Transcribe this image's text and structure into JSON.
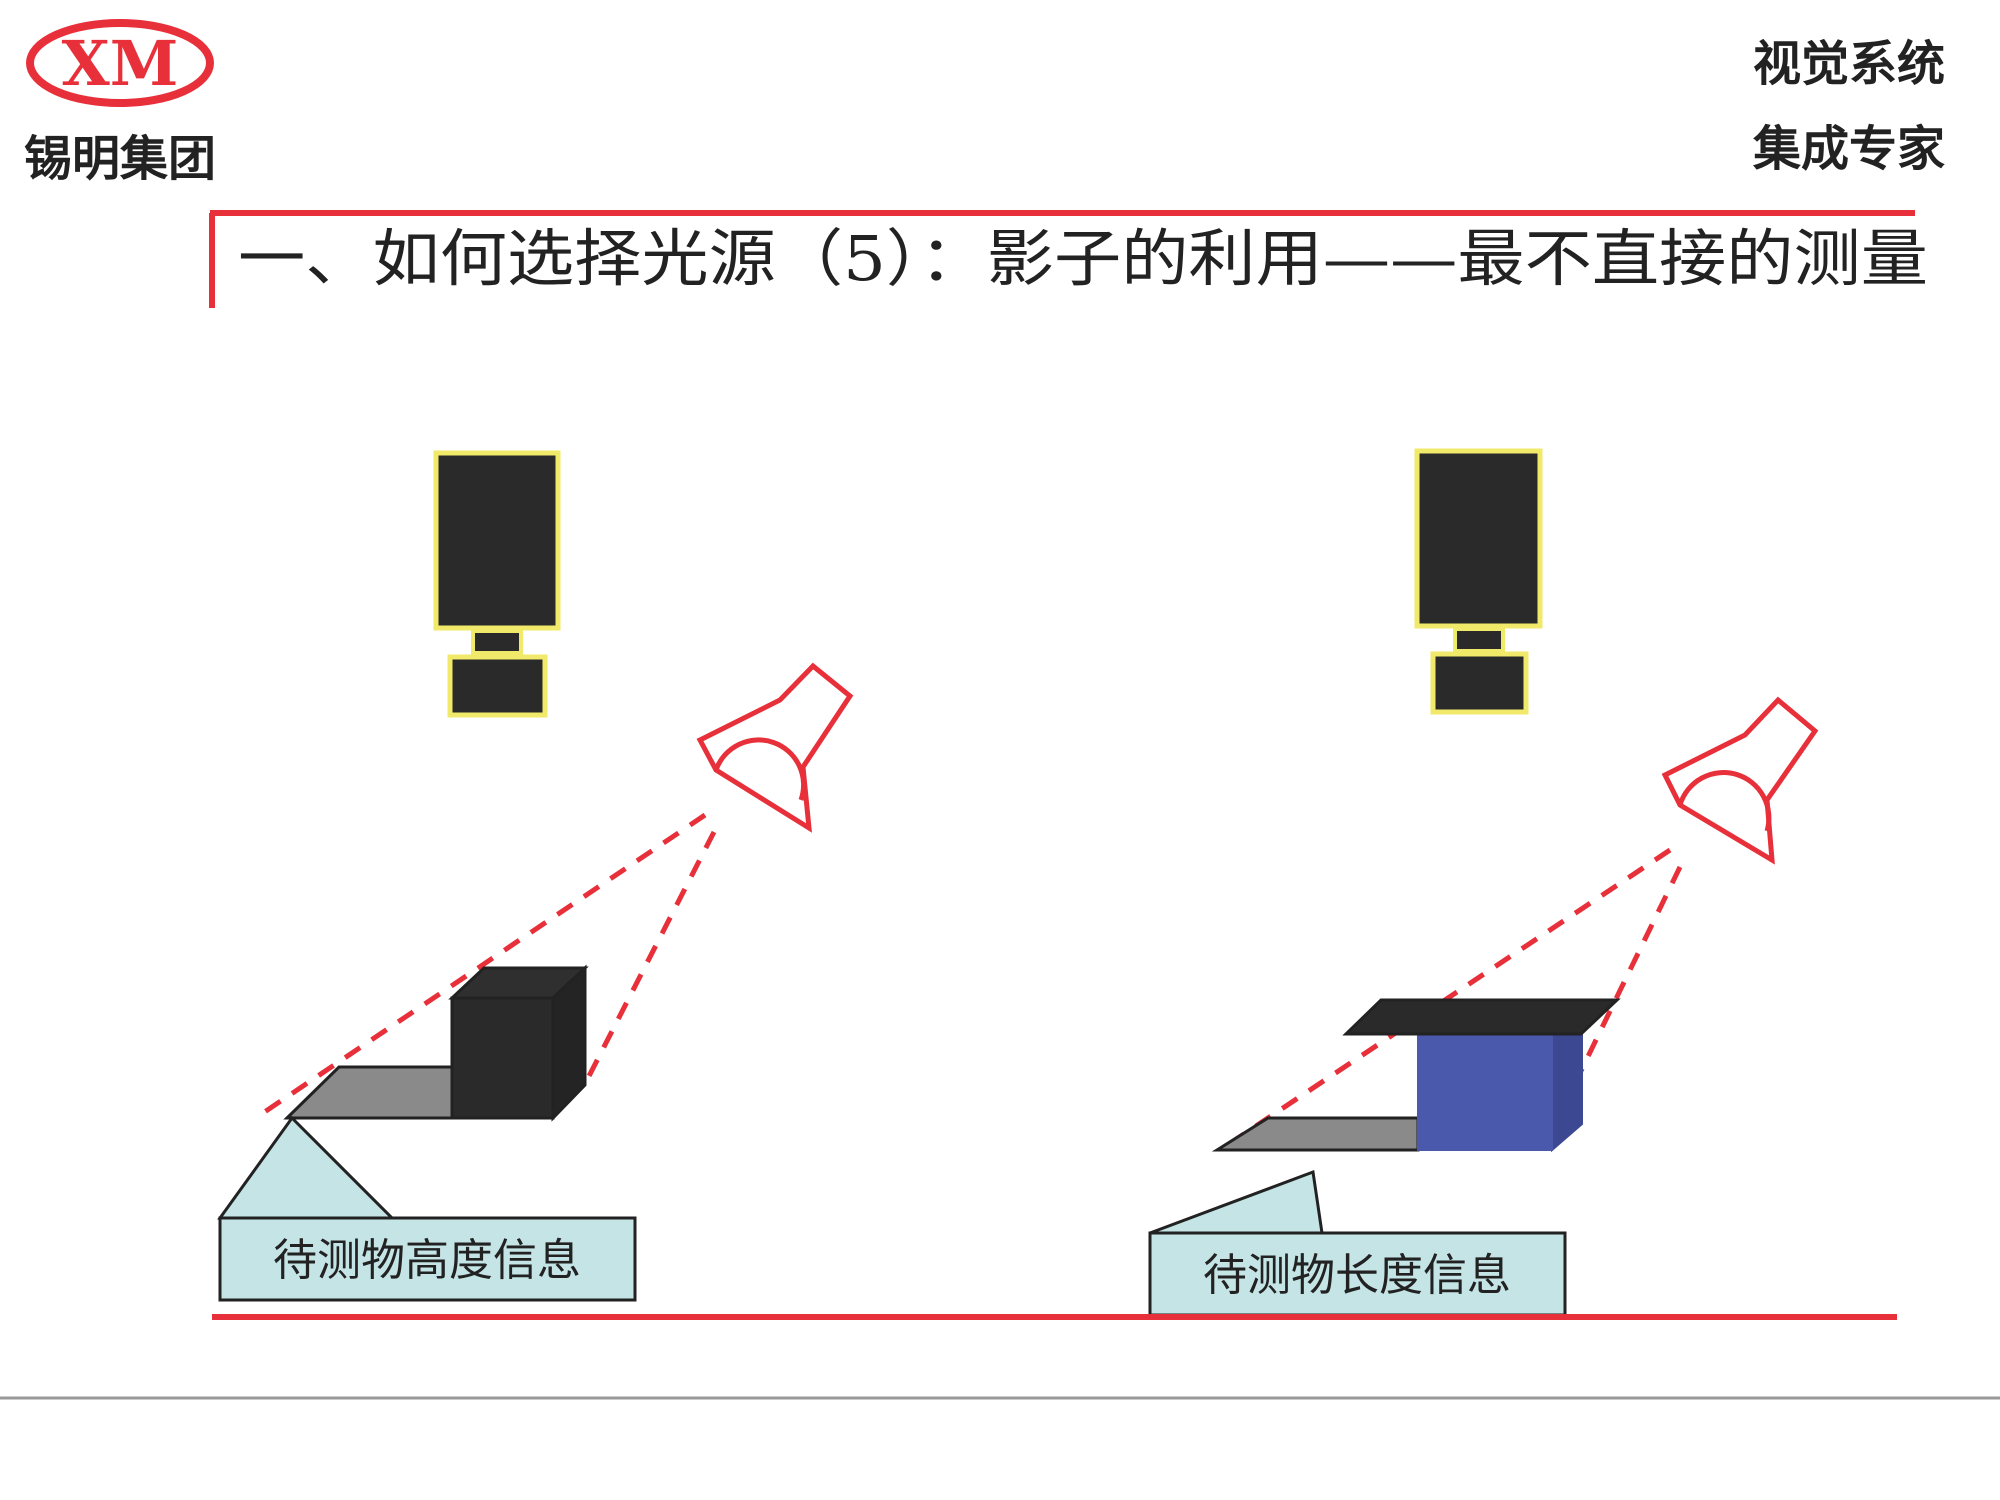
{
  "header": {
    "logo_text": "XM",
    "company_name": "锡明集团",
    "tagline_line1": "视觉系统",
    "tagline_line2": "集成专家"
  },
  "title": {
    "text": "一、如何选择光源（5）：影子的利用——最不直接的测量"
  },
  "diagram": {
    "left_callout": "待测物高度信息",
    "right_callout": "待测物长度信息"
  },
  "colors": {
    "accent_red": "#e8303a",
    "camera_body": "#2a2a2a",
    "camera_border": "#f1e96a",
    "shadow_gray": "#8a8a8a",
    "object_dark": "#2a2a2a",
    "object_blue": "#4b59ad",
    "callout_fill": "#c4e4e6",
    "footer_rule": "#9a9a9a"
  },
  "icons": {
    "logo": "xm-oval-logo",
    "left_camera": "camera-icon",
    "right_camera": "camera-icon",
    "left_light": "spotlight-icon",
    "right_light": "spotlight-icon"
  }
}
